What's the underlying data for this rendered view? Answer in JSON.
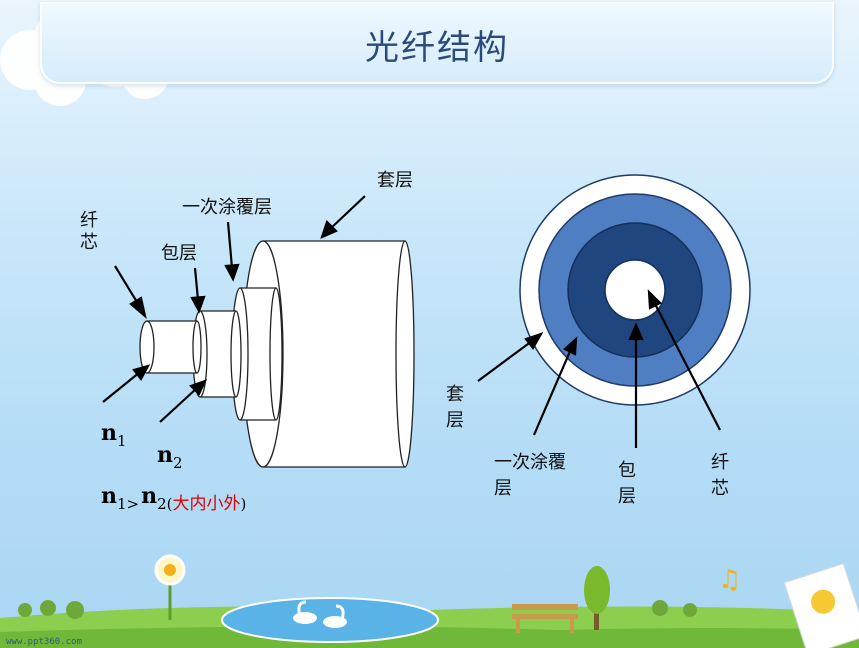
{
  "title": "光纤结构",
  "side_view": {
    "label_core": "纤\n芯",
    "label_cladding": "包层",
    "label_primary_coating": "一次涂覆层",
    "label_jacket": "套层",
    "n1_main": "n",
    "n1_sub": "1",
    "n2_main": "n",
    "n2_sub": "2",
    "relation": {
      "n_a": "n",
      "sub_a": "1>",
      "n_b": "n",
      "sub_b": "2(",
      "note": "大内小外",
      "close": ")"
    }
  },
  "cross_section": {
    "label_jacket": "套\n层",
    "label_primary_coating": "一次涂覆\n层",
    "label_cladding": "包\n层",
    "label_core": "纤\n芯"
  },
  "colors": {
    "title": "#2a4a7a",
    "jacket": "#ffffff",
    "coating": "#4f7fc2",
    "cladding": "#1f467f",
    "core": "#ffffff",
    "note": "#e00000"
  },
  "footer": {
    "site": "www.ppt360.com"
  }
}
